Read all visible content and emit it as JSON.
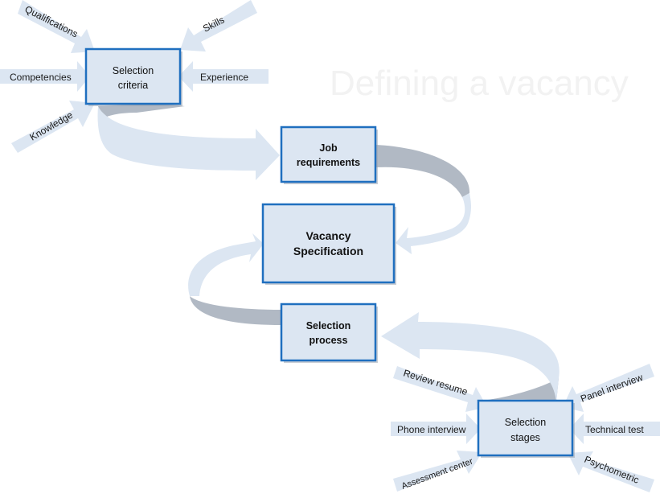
{
  "title": "Defining a vacancy",
  "colors": {
    "box_fill": "#dce6f2",
    "box_border": "#1f6fbf",
    "arrow_fill": "#dce6f2",
    "ribbon_shade": "#b1b9c4",
    "watermark": "#f2f2f2"
  },
  "nodes": {
    "selection_criteria": {
      "line1": "Selection",
      "line2": "criteria"
    },
    "job_requirements": {
      "line1": "Job",
      "line2": "requirements"
    },
    "vacancy_specification": {
      "line1": "Vacancy",
      "line2": "Specification"
    },
    "selection_process": {
      "line1": "Selection",
      "line2": "process"
    },
    "selection_stages": {
      "line1": "Selection",
      "line2": "stages"
    }
  },
  "criteria_inputs": [
    "Qualifications",
    "Skills",
    "Competencies",
    "Experience",
    "Knowledge"
  ],
  "stage_inputs": [
    "Review resume",
    "Panel interview",
    "Phone interview",
    "Technical test",
    "Assessment center",
    "Psychometric"
  ]
}
